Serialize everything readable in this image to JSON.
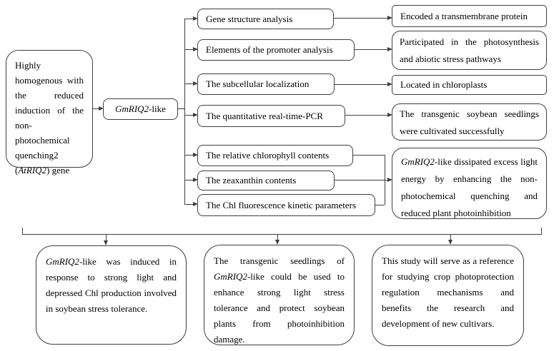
{
  "colors": {
    "line": "#3f3f3f",
    "text": "#000000",
    "background": "#ffffff"
  },
  "flowchart": {
    "source_box": {
      "segments": [
        {
          "t": "Highly homogenous with the reduced induction of the non-photochemical quenching2 (",
          "i": false
        },
        {
          "t": "AtRIQ2",
          "i": true
        },
        {
          "t": ") gene",
          "i": false
        }
      ]
    },
    "gene_box": {
      "segments": [
        {
          "t": "GmRIQ2",
          "i": true
        },
        {
          "t": "-like",
          "i": false
        }
      ]
    },
    "analysis_boxes": [
      {
        "label": "Gene structure analysis"
      },
      {
        "label": "Elements of the promoter analysis"
      },
      {
        "label": "The subcellular localization"
      },
      {
        "label": "The quantitative real-time-PCR"
      },
      {
        "label": "The relative chlorophyll contents"
      },
      {
        "label": "The zeaxanthin contents"
      },
      {
        "label": "The Chl fluorescence kinetic parameters"
      }
    ],
    "result_boxes": [
      {
        "label": "Encoded a transmembrane protein"
      },
      {
        "label": "Participated in the photosynthesis and abiotic stress pathways"
      },
      {
        "label": "Located in chloroplasts"
      },
      {
        "label": "The transgenic soybean seedlings were cultivated successfully"
      },
      {
        "segments": [
          {
            "t": "GmRIQ2",
            "i": true
          },
          {
            "t": "-like dissipated excess light energy by enhancing the non-photochemical quenching and reduced plant photoinhibition",
            "i": false
          }
        ]
      }
    ],
    "conclusion_boxes": [
      {
        "segments": [
          {
            "t": "GmRIQ2",
            "i": true
          },
          {
            "t": "-like was induced in response to strong light and depressed Chl production involved in soybean stress tolerance.",
            "i": false
          }
        ]
      },
      {
        "segments": [
          {
            "t": "The transgenic seedlings of ",
            "i": false
          },
          {
            "t": "GmRIQ2",
            "i": true
          },
          {
            "t": "-like could be used to enhance strong light stress tolerance and protect soybean plants from photoinhibition damage.",
            "i": false
          }
        ]
      },
      {
        "segments": [
          {
            "t": "This study will serve as a reference for studying crop photoprotection regulation mechanisms and benefits the research and development of new cultivars.",
            "i": false
          }
        ]
      }
    ]
  }
}
